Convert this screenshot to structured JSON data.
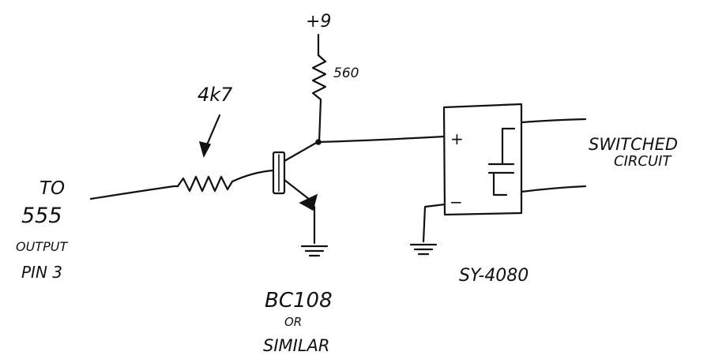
{
  "labels": {
    "supply": "+9",
    "collector_resistor": "560",
    "base_resistor": "4k7",
    "input_line1": "TO",
    "input_line2": "555",
    "input_line3": "OUTPUT",
    "input_line4": "PIN 3",
    "transistor_line1": "BC108",
    "transistor_line2": "OR",
    "transistor_line3": "SIMILAR",
    "relay_part": "SY-4080",
    "relay_plus": "+",
    "relay_minus": "−",
    "output_line1": "SWITCHED",
    "output_line2": "CIRCUIT"
  },
  "colors": {
    "ink": "#111111",
    "paper": "#ffffff"
  }
}
